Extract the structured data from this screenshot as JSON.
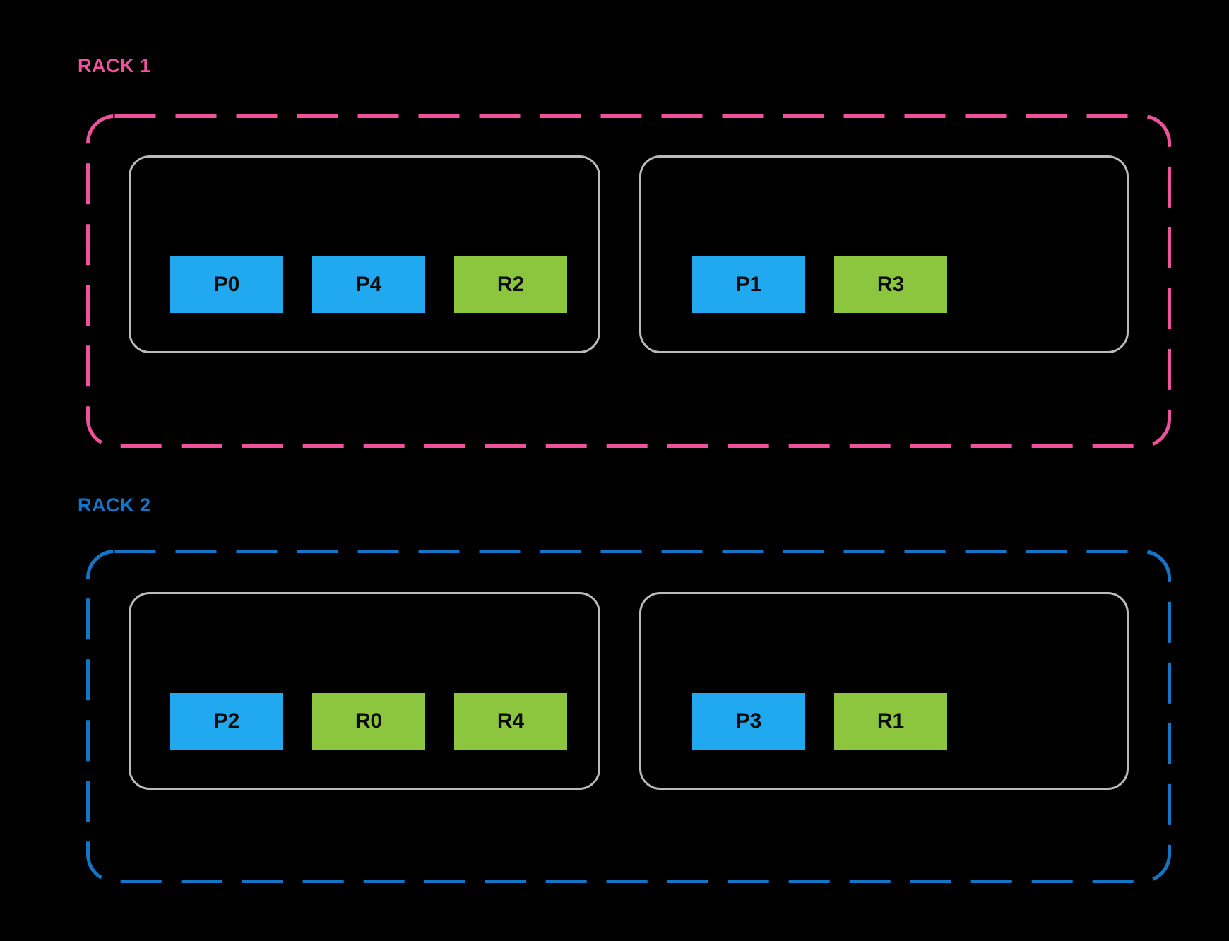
{
  "colors": {
    "bg": "#000000",
    "rack1_accent": "#F0519B",
    "rack2_accent": "#1276C8",
    "node_border": "#BBBBBB",
    "primary_fill": "#21A9EF",
    "replica_fill": "#8CC63F",
    "shard_text": "#0B0B0B"
  },
  "racks": [
    {
      "label": "RACK 1",
      "nodes": [
        {
          "shards": [
            {
              "label": "P0",
              "type": "primary"
            },
            {
              "label": "P4",
              "type": "primary"
            },
            {
              "label": "R2",
              "type": "replica"
            }
          ]
        },
        {
          "shards": [
            {
              "label": "P1",
              "type": "primary"
            },
            {
              "label": "R3",
              "type": "replica"
            }
          ]
        }
      ]
    },
    {
      "label": "RACK 2",
      "nodes": [
        {
          "shards": [
            {
              "label": "P2",
              "type": "primary"
            },
            {
              "label": "R0",
              "type": "replica"
            },
            {
              "label": "R4",
              "type": "replica"
            }
          ]
        },
        {
          "shards": [
            {
              "label": "P3",
              "type": "primary"
            },
            {
              "label": "R1",
              "type": "replica"
            }
          ]
        }
      ]
    }
  ]
}
